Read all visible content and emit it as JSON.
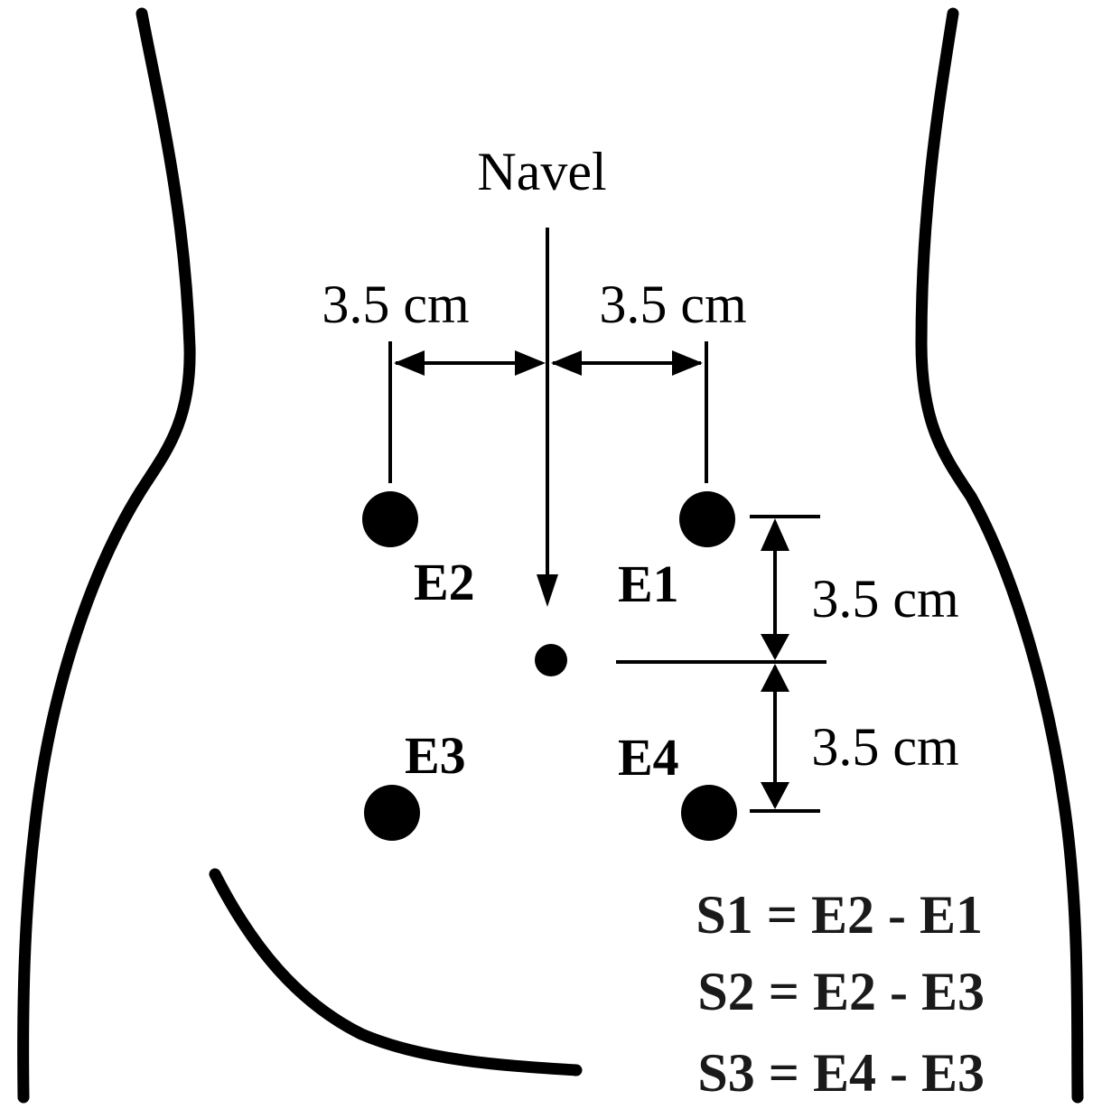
{
  "labels": {
    "navel": "Navel",
    "dim_left": "3.5 cm",
    "dim_right": "3.5 cm",
    "dim_upper": "3.5 cm",
    "dim_lower": "3.5 cm"
  },
  "electrodes": {
    "e1": "E1",
    "e2": "E2",
    "e3": "E3",
    "e4": "E4"
  },
  "formulas": [
    "S1 = E2 - E1",
    "S2 = E2 - E3",
    "S3 = E4 - E3"
  ],
  "colors": {
    "ink": "#000000",
    "background": "#ffffff"
  }
}
